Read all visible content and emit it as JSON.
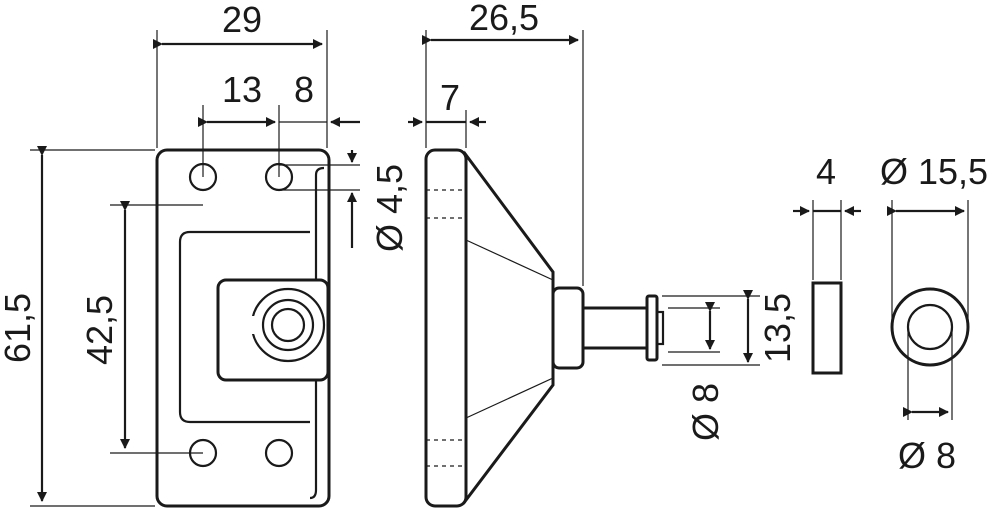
{
  "dimensions": {
    "width_total": "29",
    "hole_pitch_horizontal": "13",
    "hole_offset": "8",
    "height_total": "61,5",
    "hole_pitch_vertical": "42,5",
    "hole_diameter": "Ø 4,5",
    "depth_total": "26,5",
    "base_thickness": "7",
    "pin_collar_height": "13,5",
    "pin_diameter": "Ø 8",
    "washer_thickness": "4",
    "washer_outer_diameter": "Ø 15,5",
    "washer_inner_diameter": "Ø 8"
  }
}
